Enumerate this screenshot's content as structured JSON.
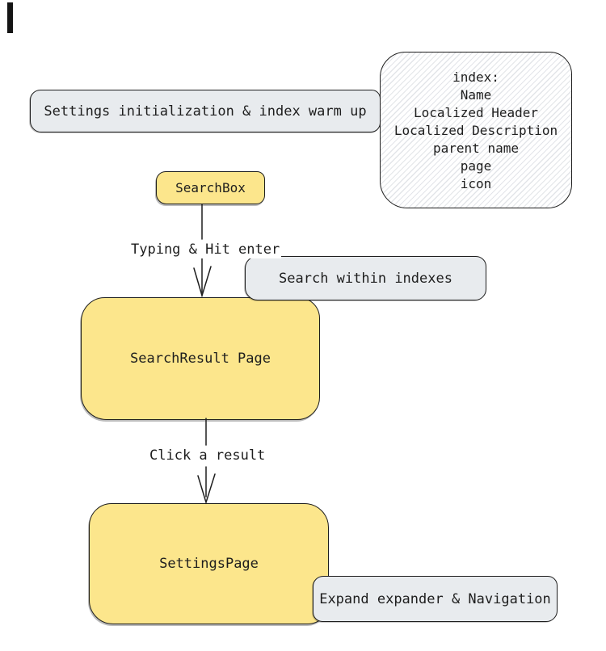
{
  "diagram": {
    "nodes": {
      "init": {
        "label": "Settings initialization & index warm up"
      },
      "index_info": {
        "lines": [
          "index:",
          "Name",
          "Localized Header",
          "Localized Description",
          "parent name",
          "page",
          "icon"
        ]
      },
      "searchbox": {
        "label": "SearchBox"
      },
      "search_within": {
        "label": "Search within indexes"
      },
      "search_result": {
        "label": "SearchResult Page"
      },
      "settings_page": {
        "label": "SettingsPage"
      },
      "expand": {
        "label": "Expand expander & Navigation"
      }
    },
    "edges": {
      "typing": {
        "label": "Typing & Hit enter"
      },
      "click": {
        "label": "Click a result"
      }
    },
    "colors": {
      "node_yellow": "#fce68c",
      "node_gray": "#e8ebee",
      "stroke": "#1e1e1e",
      "hatch_line": "#e3e5e9",
      "canvas": "#ffffff",
      "black_mark": "#141414"
    }
  }
}
